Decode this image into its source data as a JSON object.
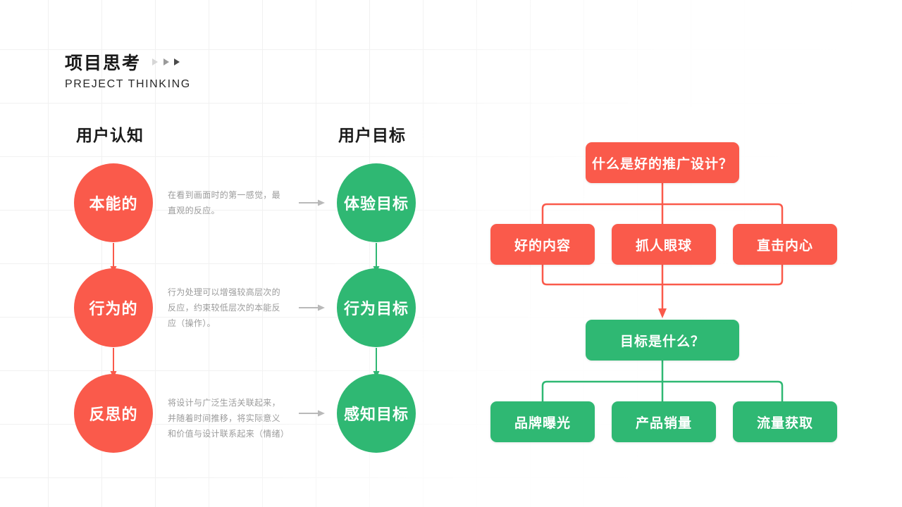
{
  "colors": {
    "red": "#fa5a4b",
    "green": "#2fb873",
    "text_dark": "#1a1a1a",
    "text_muted": "#9b9b9b",
    "grid": "#f1f1f1"
  },
  "header": {
    "title": "项目思考",
    "subtitle": "PREJECT THINKING"
  },
  "left_diagram": {
    "columns": [
      {
        "heading": "用户认知"
      },
      {
        "heading": "用户目标"
      }
    ],
    "cognition_nodes": [
      {
        "label": "本能的"
      },
      {
        "label": "行为的"
      },
      {
        "label": "反思的"
      }
    ],
    "goal_nodes": [
      {
        "label": "体验目标"
      },
      {
        "label": "行为目标"
      },
      {
        "label": "感知目标"
      }
    ],
    "descriptions": [
      "在看到画面时的第一感觉，最直观的反应。",
      "行为处理可以增强较高层次的反应，约束较低层次的本能反应（操作）。",
      "将设计与广泛生活关联起来，并随着时间推移，将实际意义和价值与设计联系起来（情绪）"
    ]
  },
  "flowchart": {
    "root": "什么是好的推广设计？",
    "criteria": [
      "好的内容",
      "抓人眼球",
      "直击内心"
    ],
    "mid": "目标是什么？",
    "goals": [
      "品牌曝光",
      "产品销量",
      "流量获取"
    ]
  }
}
